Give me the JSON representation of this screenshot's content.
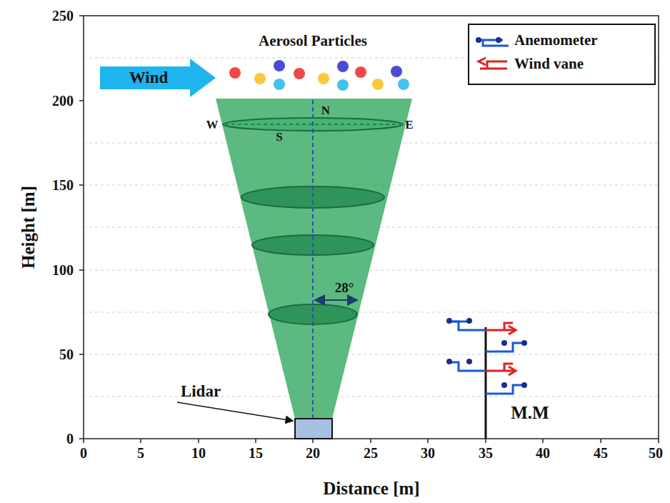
{
  "diagram": {
    "nodes": [
      {
        "text": [
          "Wind"
        ]
      }
    ],
    "labels": [
      "Aerosol Particles",
      "N",
      "W",
      "S",
      "E",
      "28°",
      "Lidar",
      "M.M",
      "0",
      "50",
      "100",
      "150",
      "200",
      "250",
      "0",
      "5",
      "10",
      "15",
      "20",
      "25",
      "30",
      "35",
      "40",
      "45",
      "50",
      "Height [m]",
      "Distance [m]"
    ],
    "legend": [
      {
        "text": "Anemometer"
      },
      {
        "text": "Wind vane"
      }
    ]
  }
}
